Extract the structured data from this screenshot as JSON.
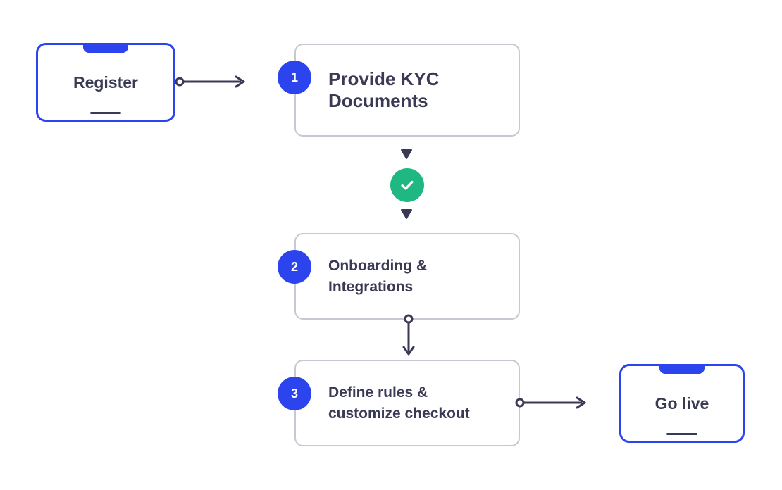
{
  "register": {
    "label": "Register"
  },
  "steps": [
    {
      "number": "1",
      "label_lines": [
        "Provide KYC",
        "Documents"
      ]
    },
    {
      "number": "2",
      "label_lines": [
        "Onboarding &",
        "Integrations"
      ]
    },
    {
      "number": "3",
      "label_lines": [
        "Define rules &",
        "customize checkout"
      ]
    }
  ],
  "golive": {
    "label": "Go live"
  },
  "colors": {
    "accent": "#2c44ee",
    "success": "#1fb882",
    "text": "#3a3a55",
    "border": "#c8c8d2"
  },
  "icons": {
    "check": "check-icon",
    "arrow": "arrow-right-icon"
  }
}
